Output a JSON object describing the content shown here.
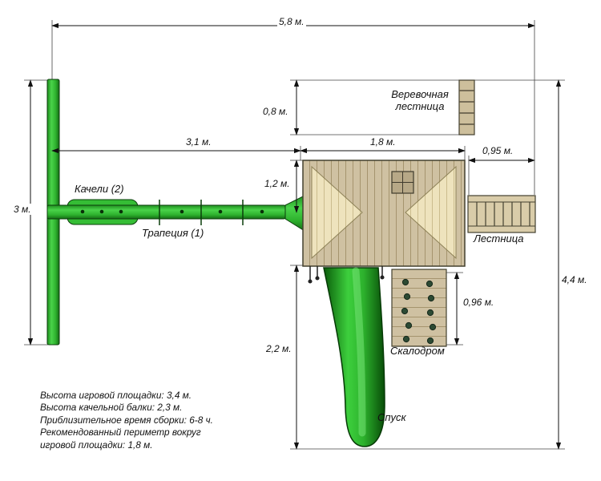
{
  "diagram": {
    "dimensions": {
      "total_width": "5,8 м.",
      "left_height": "3 м.",
      "right_height": "4,4 м.",
      "rope_ladder_depth": "0,8 м.",
      "beam_length": "3,1 м.",
      "platform_width": "1,8 м.",
      "ladder_length": "0,95 м.",
      "platform_depth": "1,2 м.",
      "climbing_wall_height": "0,96 м.",
      "slide_length": "2,2 м."
    },
    "labels": {
      "rope_ladder": "Веревочная лестница",
      "swings": "Качели (2)",
      "trapeze": "Трапеция (1)",
      "ladder": "Лестница",
      "climbing_wall": "Скалодром",
      "slide": "Спуск"
    },
    "notes": {
      "line1": "Высота игровой площадки: 3,4 м.",
      "line2": "Высота качельной балки: 2,3 м.",
      "line3": "Приблизительное время сборки: 6-8 ч.",
      "line4": "Рекомендованный периметр вокруг",
      "line5": "игровой площадки: 1,8 м."
    },
    "colors": {
      "structure_green": "#2eb22e",
      "wood": "#cfc1a2",
      "line": "#111111"
    }
  }
}
